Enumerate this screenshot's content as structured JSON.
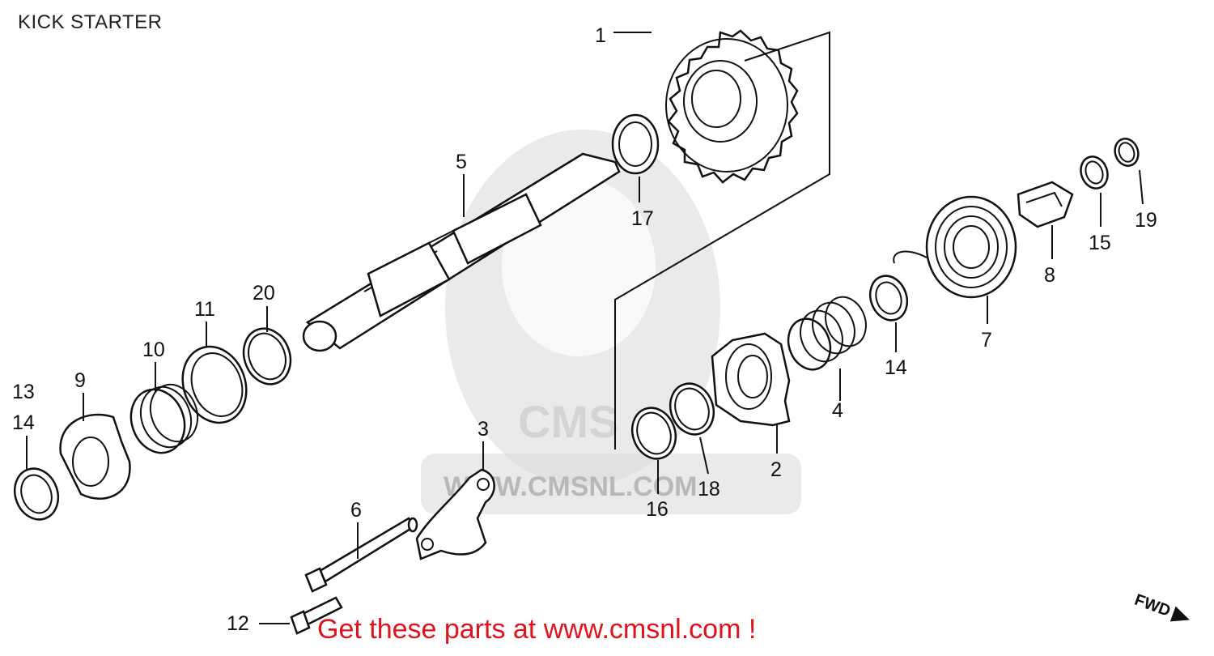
{
  "title": "KICK STARTER",
  "footer": "Get these parts at www.cmsnl.com !",
  "watermark": {
    "logo_text": "CMS",
    "url_text": "WWW.CMSNL.COM"
  },
  "fwd_label": "FWD",
  "colors": {
    "footer": "#e0121b",
    "line": "#111111",
    "watermark": "#cfcfcf"
  },
  "callouts": [
    "1",
    "2",
    "3",
    "4",
    "5",
    "6",
    "7",
    "8",
    "9",
    "10",
    "11",
    "12",
    "13",
    "14",
    "14",
    "15",
    "16",
    "17",
    "18",
    "19",
    "20"
  ]
}
